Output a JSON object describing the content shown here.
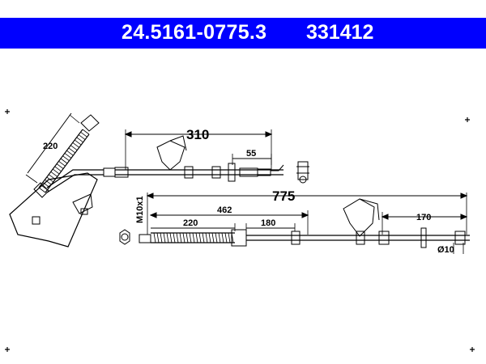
{
  "header": {
    "part_number": "24.5161-0775.3",
    "alt_number": "331412",
    "background": "#0000ff",
    "text_color": "#ffffff"
  },
  "dimensions": {
    "flex_length": "220",
    "bracket_offset": "310",
    "end_offset": "55",
    "overall_length": "775",
    "thread": "M10x1",
    "length_462": "462",
    "length_220": "220",
    "length_180": "180",
    "length_170": "170",
    "diameter": "Ø10"
  }
}
